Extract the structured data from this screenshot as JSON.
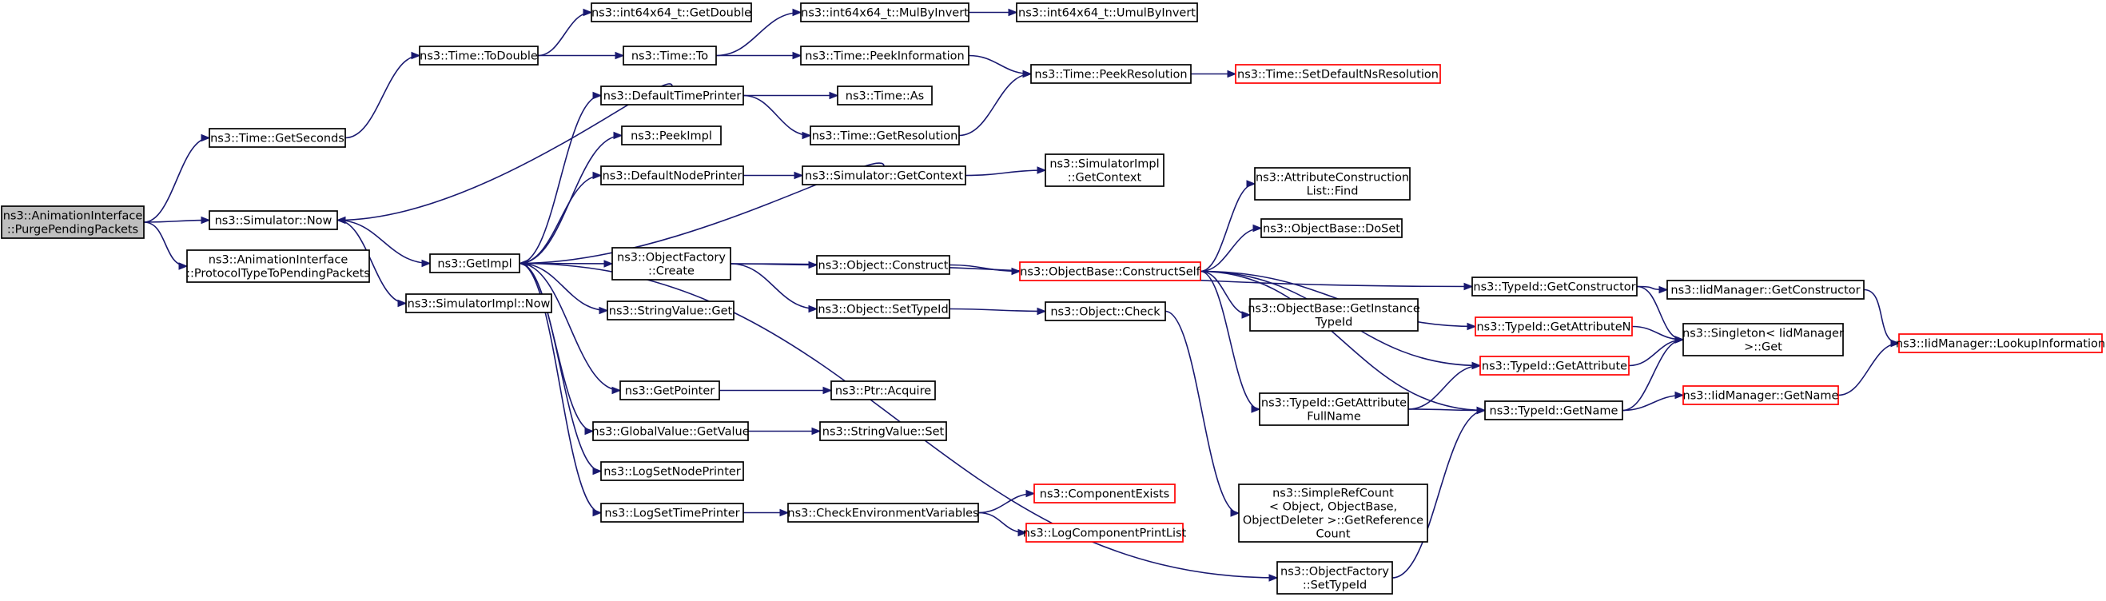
{
  "diagram": {
    "edge_color": "#191970",
    "node_border": "#000000",
    "truncated_node_border": "#ff0000",
    "root_fill": "#bfbfbf",
    "nodes": [
      {
        "id": "purge",
        "lines": [
          "ns3::AnimationInterface",
          "::PurgePendingPackets"
        ],
        "style": "root"
      },
      {
        "id": "getseconds",
        "lines": [
          "ns3::Time::GetSeconds"
        ],
        "style": "normal"
      },
      {
        "id": "sim_now",
        "lines": [
          "ns3::Simulator::Now"
        ],
        "style": "normal"
      },
      {
        "id": "proto",
        "lines": [
          "ns3::AnimationInterface",
          "::ProtocolTypeToPendingPackets"
        ],
        "style": "normal"
      },
      {
        "id": "todouble",
        "lines": [
          "ns3::Time::ToDouble"
        ],
        "style": "normal"
      },
      {
        "id": "getimpl",
        "lines": [
          "ns3::GetImpl"
        ],
        "style": "normal"
      },
      {
        "id": "simimpl_now",
        "lines": [
          "ns3::SimulatorImpl::Now"
        ],
        "style": "normal"
      },
      {
        "id": "int_getdouble",
        "lines": [
          "ns3::int64x64_t::GetDouble"
        ],
        "style": "normal"
      },
      {
        "id": "time_to",
        "lines": [
          "ns3::Time::To"
        ],
        "style": "normal"
      },
      {
        "id": "defaulttimeprinter",
        "lines": [
          "ns3::DefaultTimePrinter"
        ],
        "style": "normal"
      },
      {
        "id": "peekimpl",
        "lines": [
          "ns3::PeekImpl"
        ],
        "style": "normal"
      },
      {
        "id": "defaultnodeprinter",
        "lines": [
          "ns3::DefaultNodePrinter"
        ],
        "style": "normal"
      },
      {
        "id": "objfactory_create",
        "lines": [
          "ns3::ObjectFactory",
          "::Create"
        ],
        "style": "normal"
      },
      {
        "id": "stringvalue_get",
        "lines": [
          "ns3::StringValue::Get"
        ],
        "style": "normal"
      },
      {
        "id": "getpointer",
        "lines": [
          "ns3::GetPointer"
        ],
        "style": "normal"
      },
      {
        "id": "globalvalue_getvalue",
        "lines": [
          "ns3::GlobalValue::GetValue"
        ],
        "style": "normal"
      },
      {
        "id": "logsetnodeprinter",
        "lines": [
          "ns3::LogSetNodePrinter"
        ],
        "style": "normal"
      },
      {
        "id": "logsettimeprinter",
        "lines": [
          "ns3::LogSetTimePrinter"
        ],
        "style": "normal"
      },
      {
        "id": "mulbyinvert",
        "lines": [
          "ns3::int64x64_t::MulByInvert"
        ],
        "style": "normal"
      },
      {
        "id": "peekinformation",
        "lines": [
          "ns3::Time::PeekInformation"
        ],
        "style": "normal"
      },
      {
        "id": "time_as",
        "lines": [
          "ns3::Time::As"
        ],
        "style": "normal"
      },
      {
        "id": "getresolution",
        "lines": [
          "ns3::Time::GetResolution"
        ],
        "style": "normal"
      },
      {
        "id": "sim_getcontext",
        "lines": [
          "ns3::Simulator::GetContext"
        ],
        "style": "normal"
      },
      {
        "id": "obj_construct",
        "lines": [
          "ns3::Object::Construct"
        ],
        "style": "normal"
      },
      {
        "id": "obj_settypeid",
        "lines": [
          "ns3::Object::SetTypeId"
        ],
        "style": "normal"
      },
      {
        "id": "ptr_acquire",
        "lines": [
          "ns3::Ptr::Acquire"
        ],
        "style": "normal"
      },
      {
        "id": "stringvalue_set",
        "lines": [
          "ns3::StringValue::Set"
        ],
        "style": "normal"
      },
      {
        "id": "checkenv",
        "lines": [
          "ns3::CheckEnvironmentVariables"
        ],
        "style": "normal"
      },
      {
        "id": "umulbyinvert",
        "lines": [
          "ns3::int64x64_t::UmulByInvert"
        ],
        "style": "normal"
      },
      {
        "id": "peekresolution",
        "lines": [
          "ns3::Time::PeekResolution"
        ],
        "style": "normal"
      },
      {
        "id": "simimpl_getcontext",
        "lines": [
          "ns3::SimulatorImpl",
          "::GetContext"
        ],
        "style": "normal"
      },
      {
        "id": "objbase_constructself",
        "lines": [
          "ns3::ObjectBase::ConstructSelf"
        ],
        "style": "truncated"
      },
      {
        "id": "obj_check",
        "lines": [
          "ns3::Object::Check"
        ],
        "style": "normal"
      },
      {
        "id": "componentexists",
        "lines": [
          "ns3::ComponentExists"
        ],
        "style": "truncated"
      },
      {
        "id": "logcomponentprintlist",
        "lines": [
          "ns3::LogComponentPrintList"
        ],
        "style": "truncated"
      },
      {
        "id": "setdefaultnsresolution",
        "lines": [
          "ns3::Time::SetDefaultNsResolution"
        ],
        "style": "truncated"
      },
      {
        "id": "attrconstructionlist_find",
        "lines": [
          "ns3::AttributeConstruction",
          "List::Find"
        ],
        "style": "normal"
      },
      {
        "id": "objbase_doset",
        "lines": [
          "ns3::ObjectBase::DoSet"
        ],
        "style": "normal"
      },
      {
        "id": "objbase_getinstancetypeid",
        "lines": [
          "ns3::ObjectBase::GetInstance",
          "TypeId"
        ],
        "style": "normal"
      },
      {
        "id": "typeid_getattributefullname",
        "lines": [
          "ns3::TypeId::GetAttribute",
          "FullName"
        ],
        "style": "normal"
      },
      {
        "id": "simplerefcount",
        "lines": [
          "ns3::SimpleRefCount",
          "< Object, ObjectBase,",
          "ObjectDeleter >::GetReference",
          "Count"
        ],
        "style": "normal"
      },
      {
        "id": "objfactory_settypeid",
        "lines": [
          "ns3::ObjectFactory",
          "::SetTypeId"
        ],
        "style": "normal"
      },
      {
        "id": "typeid_getconstructor",
        "lines": [
          "ns3::TypeId::GetConstructor"
        ],
        "style": "normal"
      },
      {
        "id": "typeid_getattributen",
        "lines": [
          "ns3::TypeId::GetAttributeN"
        ],
        "style": "truncated"
      },
      {
        "id": "typeid_getattribute",
        "lines": [
          "ns3::TypeId::GetAttribute"
        ],
        "style": "truncated"
      },
      {
        "id": "typeid_getname",
        "lines": [
          "ns3::TypeId::GetName"
        ],
        "style": "normal"
      },
      {
        "id": "iidmanager_getconstructor",
        "lines": [
          "ns3::IidManager::GetConstructor"
        ],
        "style": "normal"
      },
      {
        "id": "singleton_get",
        "lines": [
          "ns3::Singleton< IidManager",
          ">::Get"
        ],
        "style": "normal"
      },
      {
        "id": "iidmanager_getname",
        "lines": [
          "ns3::IidManager::GetName"
        ],
        "style": "truncated"
      },
      {
        "id": "iidmanager_lookupinformation",
        "lines": [
          "ns3::IidManager::LookupInformation"
        ],
        "style": "truncated"
      }
    ],
    "edges": [
      [
        "purge",
        "getseconds"
      ],
      [
        "purge",
        "sim_now"
      ],
      [
        "purge",
        "proto"
      ],
      [
        "getseconds",
        "todouble"
      ],
      [
        "todouble",
        "int_getdouble"
      ],
      [
        "todouble",
        "time_to"
      ],
      [
        "time_to",
        "mulbyinvert"
      ],
      [
        "time_to",
        "peekinformation"
      ],
      [
        "mulbyinvert",
        "umulbyinvert"
      ],
      [
        "peekinformation",
        "peekresolution"
      ],
      [
        "peekresolution",
        "setdefaultnsresolution"
      ],
      [
        "sim_now",
        "getimpl"
      ],
      [
        "sim_now",
        "simimpl_now"
      ],
      [
        "getimpl",
        "defaulttimeprinter"
      ],
      [
        "getimpl",
        "peekimpl"
      ],
      [
        "getimpl",
        "defaultnodeprinter"
      ],
      [
        "getimpl",
        "objfactory_create"
      ],
      [
        "getimpl",
        "stringvalue_get"
      ],
      [
        "getimpl",
        "getpointer"
      ],
      [
        "getimpl",
        "globalvalue_getvalue"
      ],
      [
        "getimpl",
        "logsetnodeprinter"
      ],
      [
        "getimpl",
        "logsettimeprinter"
      ],
      [
        "getimpl",
        "objfactory_settypeid"
      ],
      [
        "defaulttimeprinter",
        "sim_now"
      ],
      [
        "defaulttimeprinter",
        "time_as"
      ],
      [
        "defaulttimeprinter",
        "getresolution"
      ],
      [
        "getresolution",
        "peekresolution"
      ],
      [
        "defaultnodeprinter",
        "sim_getcontext"
      ],
      [
        "sim_getcontext",
        "getimpl"
      ],
      [
        "sim_getcontext",
        "simimpl_getcontext"
      ],
      [
        "objfactory_create",
        "obj_construct"
      ],
      [
        "objfactory_create",
        "obj_settypeid"
      ],
      [
        "objfactory_create",
        "typeid_getconstructor"
      ],
      [
        "obj_construct",
        "objbase_constructself"
      ],
      [
        "obj_settypeid",
        "obj_check"
      ],
      [
        "obj_check",
        "simplerefcount"
      ],
      [
        "getpointer",
        "ptr_acquire"
      ],
      [
        "globalvalue_getvalue",
        "stringvalue_set"
      ],
      [
        "logsettimeprinter",
        "checkenv"
      ],
      [
        "checkenv",
        "componentexists"
      ],
      [
        "checkenv",
        "logcomponentprintlist"
      ],
      [
        "objbase_constructself",
        "attrconstructionlist_find"
      ],
      [
        "objbase_constructself",
        "objbase_doset"
      ],
      [
        "objbase_constructself",
        "objbase_getinstancetypeid"
      ],
      [
        "objbase_constructself",
        "typeid_getattributefullname"
      ],
      [
        "objbase_constructself",
        "typeid_getattributen"
      ],
      [
        "objbase_constructself",
        "typeid_getattribute"
      ],
      [
        "objbase_constructself",
        "typeid_getname"
      ],
      [
        "typeid_getattributefullname",
        "typeid_getattribute"
      ],
      [
        "typeid_getattributefullname",
        "typeid_getname"
      ],
      [
        "objfactory_settypeid",
        "typeid_getname"
      ],
      [
        "typeid_getconstructor",
        "iidmanager_getconstructor"
      ],
      [
        "typeid_getconstructor",
        "singleton_get"
      ],
      [
        "typeid_getattributen",
        "singleton_get"
      ],
      [
        "typeid_getattribute",
        "singleton_get"
      ],
      [
        "typeid_getname",
        "singleton_get"
      ],
      [
        "typeid_getname",
        "iidmanager_getname"
      ],
      [
        "iidmanager_getconstructor",
        "iidmanager_lookupinformation"
      ],
      [
        "iidmanager_getname",
        "iidmanager_lookupinformation"
      ]
    ]
  }
}
